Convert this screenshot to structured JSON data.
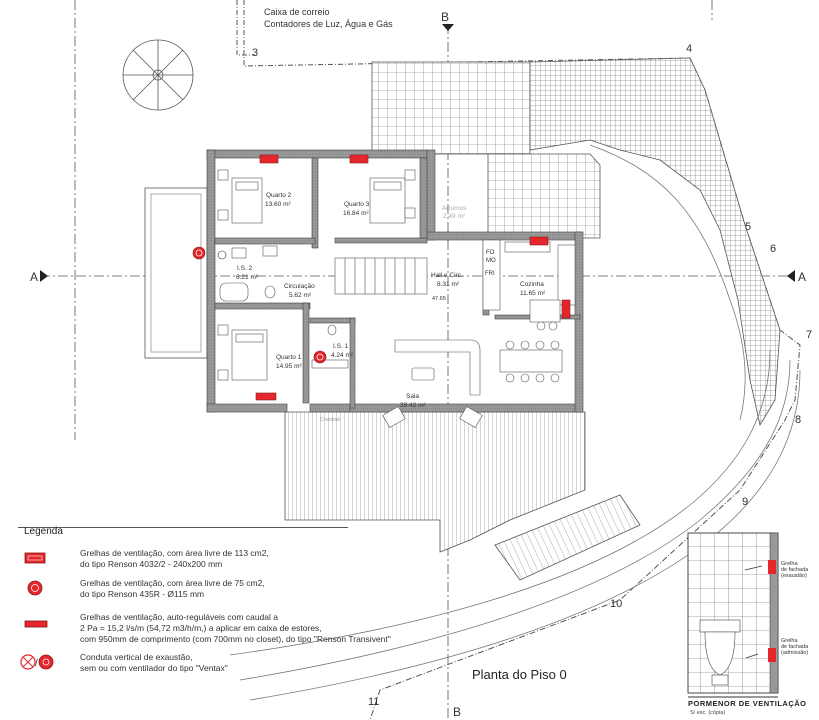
{
  "header": {
    "mailbox": "Caixa de correio",
    "meters": "Contadores de Luz, Água e Gás"
  },
  "section_marks": {
    "b_top": "B",
    "b_bottom": "B",
    "a_left": "A",
    "a_right": "A"
  },
  "survey_points": [
    "3",
    "4",
    "5",
    "6",
    "7",
    "8",
    "9",
    "10",
    "11"
  ],
  "rooms": {
    "quarto2": {
      "name": "Quarto 2",
      "area": "13.60 m²"
    },
    "quarto3": {
      "name": "Quarto 3",
      "area": "16.84 m²"
    },
    "arrumos": {
      "name": "Arrumos",
      "area": "2.49 m²"
    },
    "is2": {
      "name": "I.S. 2",
      "area": "6.21 m²"
    },
    "circulacao": {
      "name": "Circulação",
      "area": "5.62 m²"
    },
    "hall": {
      "name": "Hall e Circ.",
      "area": "8.31 m²"
    },
    "cozinha": {
      "name": "Cozinha",
      "area": "11.65 m²"
    },
    "quarto1": {
      "name": "Quarto 1",
      "area": "14.95 m²"
    },
    "is1": {
      "name": "I.S. 1",
      "area": "4.24 m²"
    },
    "sala": {
      "name": "Sala",
      "area": "39.42 m²"
    }
  },
  "level_mark": "47.65",
  "appliances": {
    "fo": "FO",
    "mo": "MO",
    "fri": "FRI"
  },
  "chimney_label": "Chaminé",
  "legend": {
    "title": "Legenda",
    "items": [
      {
        "line1": "Grelhas de ventilação, com área livre de 113 cm2,",
        "line2": "do tipo Renson 4032/2 - 240x200 mm"
      },
      {
        "line1": "Grelhas de ventilação, com área livre de 75 cm2,",
        "line2": "do tipo Renson 435R - Ø115 mm"
      },
      {
        "line1": "Grelhas de ventilação, auto-reguláveis com caudal a",
        "line2": "2 Pa = 15,2 l/s/m (54,72 m3/h/m,) a aplicar em caixa de estores,",
        "line3": "com 950mm de comprimento (com 700mm no closet), do tipo \"Renson Transivent\""
      },
      {
        "line1": "Conduta vertical de exaustão,",
        "line2": "sem ou com ventilador do tipo \"Ventax\""
      }
    ]
  },
  "title": "Planta do Piso 0",
  "detail": {
    "title": "PORMENOR DE VENTILAÇÃO",
    "scale": "S/ esc. (cópia)",
    "label_top_1": "Grelha",
    "label_top_2": "de fachada",
    "label_top_3": "(exaustão)",
    "label_bottom_1": "Grelha",
    "label_bottom_2": "de fachada",
    "label_bottom_3": "(admissão)"
  },
  "colors": {
    "vent": "#e5262b",
    "wall": "#8a8a8a",
    "line": "#555555"
  }
}
